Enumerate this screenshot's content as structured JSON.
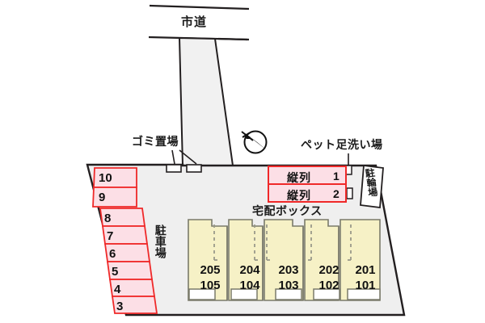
{
  "plan": {
    "title_road": "市道",
    "colors": {
      "site_fill": "#efefef",
      "site_stroke": "#231f20",
      "driveway_fill": "#f1f1f1",
      "stall_fill": "#fcdfe6",
      "stall_stroke": "#ef2929",
      "tandem_fill": "#fcdfe6",
      "tandem_stroke": "#ef2929",
      "building_fill": "#f6f1c6",
      "building_stroke": "#7a7a6a",
      "entrance_fill": "#ffffff",
      "text": "#1a1a1a"
    },
    "facilities": [
      {
        "id": "gomi",
        "label": "ゴミ置場",
        "name": "garbage-area-label"
      },
      {
        "id": "pet",
        "label": "ペット足洗い場",
        "name": "pet-wash-label"
      },
      {
        "id": "takuhai",
        "label": "宅配ボックス",
        "name": "delivery-box-label"
      },
      {
        "id": "chuurinjou",
        "label": "駐輪場",
        "name": "bicycle-parking-label"
      },
      {
        "id": "chuushajou",
        "label": "駐車場",
        "name": "parking-lot-label"
      }
    ],
    "compass": {
      "name": "north-arrow-icon",
      "direction": "north-west"
    },
    "parking_stalls": [
      {
        "number": "10"
      },
      {
        "number": "9"
      },
      {
        "number": "8"
      },
      {
        "number": "7"
      },
      {
        "number": "6"
      },
      {
        "number": "5"
      },
      {
        "number": "4"
      },
      {
        "number": "3"
      }
    ],
    "tandem_parking": [
      {
        "label": "縦列",
        "number": "1"
      },
      {
        "label": "縦列",
        "number": "2"
      }
    ],
    "building_units": [
      {
        "upper": "205",
        "lower": "105"
      },
      {
        "upper": "204",
        "lower": "104"
      },
      {
        "upper": "203",
        "lower": "103"
      },
      {
        "upper": "202",
        "lower": "102"
      },
      {
        "upper": "201",
        "lower": "101"
      }
    ]
  }
}
